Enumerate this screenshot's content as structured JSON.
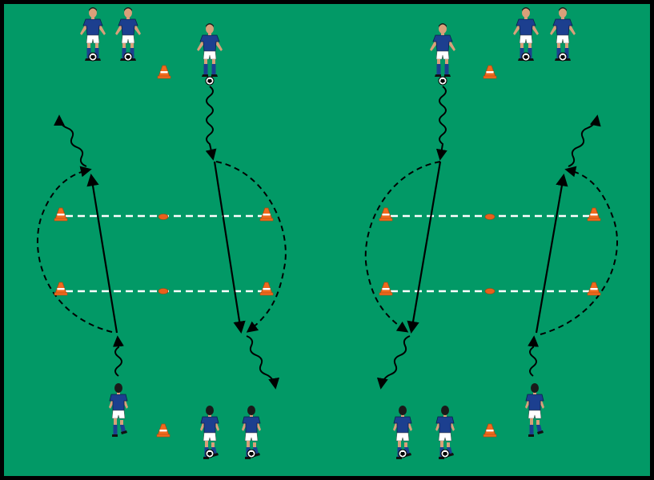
{
  "diagram": {
    "kind": "soccer-drill",
    "colors": {
      "pitch": "#029966",
      "border": "#000000",
      "shirt": "#1c3f8f",
      "shorts": "#ffffff",
      "socks": "#1c3f8f",
      "skin": "#d9a07a",
      "hair": "#1a1a1a",
      "cone": "#f06a1e",
      "cone_stripe": "#ffffff",
      "marker": "#e8601c",
      "line": "#ffffff",
      "arrow": "#000000"
    },
    "icons": [
      "player-icon",
      "ball-icon",
      "cone-icon",
      "disc-marker-icon",
      "pass-arrow",
      "dribble-arrow",
      "run-path"
    ]
  }
}
